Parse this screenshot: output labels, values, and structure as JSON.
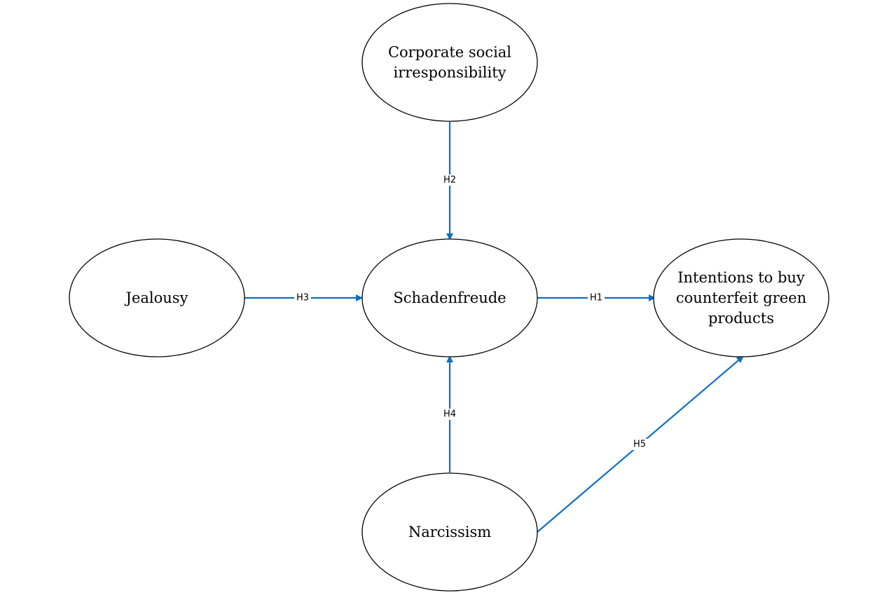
{
  "diagram": {
    "nodes": [
      {
        "id": "csr",
        "lines": [
          "Corporate social",
          "irresponsibility"
        ]
      },
      {
        "id": "jealousy",
        "lines": [
          "Jealousy"
        ]
      },
      {
        "id": "schadenfreude",
        "lines": [
          "Schadenfreude"
        ]
      },
      {
        "id": "intentions",
        "lines": [
          "Intentions to buy",
          "counterfeit green",
          "products"
        ]
      },
      {
        "id": "narcissism",
        "lines": [
          "Narcissism"
        ]
      }
    ],
    "edges": [
      {
        "id": "h1",
        "from": "schadenfreude",
        "to": "intentions",
        "label": "H1"
      },
      {
        "id": "h2",
        "from": "csr",
        "to": "schadenfreude",
        "label": "H2"
      },
      {
        "id": "h3",
        "from": "jealousy",
        "to": "schadenfreude",
        "label": "H3"
      },
      {
        "id": "h4",
        "from": "narcissism",
        "to": "schadenfreude",
        "label": "H4"
      },
      {
        "id": "h5",
        "from": "narcissism",
        "to": "intentions",
        "label": "H5"
      }
    ],
    "colors": {
      "arrow": "#0f6fc0",
      "node_border": "#000000",
      "text": "#000000"
    }
  }
}
